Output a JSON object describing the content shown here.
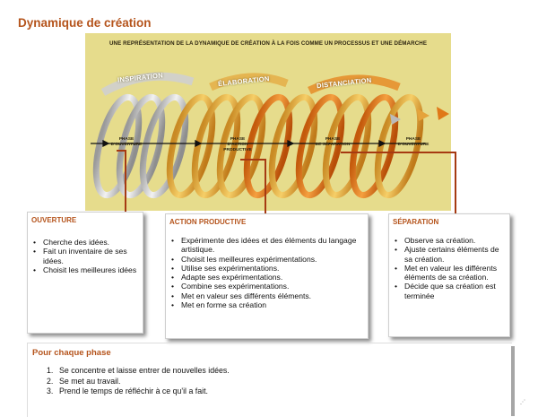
{
  "page": {
    "title": "Dynamique de création"
  },
  "diagram": {
    "heading": "UNE REPRÉSENTATION DE LA DYNAMIQUE DE CRÉATION À LA FOIS COMME UN PROCESSUS ET UNE DÉMARCHE",
    "stages": [
      "INSPIRATION",
      "ÉLABORATION",
      "DISTANCIATION"
    ],
    "phases": [
      {
        "line1": "PHASE",
        "line2": "D'OUVERTURE",
        "line3": ""
      },
      {
        "line1": "PHASE",
        "line2": "D'ACTION",
        "line3": "PRODUCTIVE"
      },
      {
        "line1": "PHASE",
        "line2": "DE SÉPARATION",
        "line3": ""
      },
      {
        "line1": "PHASE",
        "line2": "D'OUVERTURE",
        "line3": ""
      }
    ],
    "colors": {
      "background": "#e6dc8c",
      "coil_silver": "#c8c8c8",
      "coil_gold": "#e3a73a",
      "coil_orange": "#e07818",
      "connector": "#a63a12"
    }
  },
  "boxes": {
    "ouverture": {
      "title": "OUVERTURE",
      "items": [
        "Cherche des idées.",
        "Fait un inventaire de ses idées.",
        "Choisit les meilleures idées"
      ]
    },
    "action": {
      "title": "ACTION PRODUCTIVE",
      "items": [
        "Expérimente des idées et des éléments du langage artistique.",
        "Choisit les meilleures expérimentations.",
        "Utilise ses expérimentations.",
        "Adapte ses expérimentations.",
        "Combine ses expérimentations.",
        "Met en valeur ses différents éléments.",
        "Met en forme sa création"
      ]
    },
    "separation": {
      "title": "SÉPARATION",
      "items": [
        "Observe sa création.",
        "Ajuste certains éléments de sa création.",
        "Met en valeur les différents éléments de sa création.",
        "Décide que sa création est terminée"
      ]
    }
  },
  "each_phase": {
    "title": "Pour chaque phase",
    "steps": [
      {
        "num": "1.",
        "text": "Se concentre et laisse entrer de nouvelles idées."
      },
      {
        "num": "2.",
        "text": "Se met au travail."
      },
      {
        "num": "3.",
        "text": "Prend le temps de réfléchir à ce qu'il a fait."
      }
    ]
  }
}
